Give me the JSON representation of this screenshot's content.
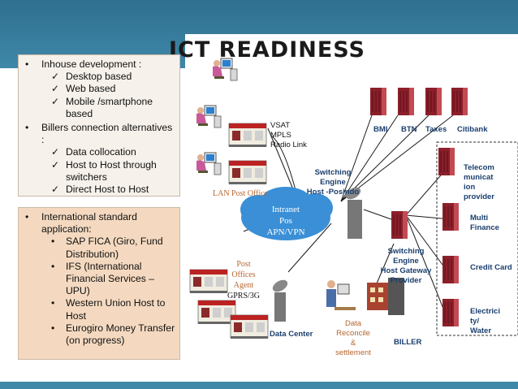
{
  "title": "ICT READINESS",
  "panel_top": {
    "items": [
      {
        "text": "Inhouse development :",
        "subs": [
          "Desktop based",
          "Web  based",
          "Mobile /smartphone based"
        ]
      },
      {
        "text": "Billers  connection alternatives :",
        "subs": [
          "Data collocation",
          "Host to Host through switchers",
          "Direct Host to Host"
        ]
      }
    ]
  },
  "panel_bottom": {
    "items": [
      {
        "text": "International standard application:",
        "subs": [
          "SAP FICA (Giro, Fund Distribution)",
          "IFS (International Financial  Services – UPU)",
          "Western Union Host to Host",
          "Eurogiro Money Transfer (on progress)"
        ]
      }
    ]
  },
  "labels": {
    "vsat": "VSAT",
    "mpls": "MPLS",
    "radio": "Radio Link",
    "lan_post_office": "LAN Post Office",
    "intranet1": "Intranet",
    "intranet2": "Pos",
    "intranet3": "APN/VPN",
    "agent1": "Post",
    "agent2": "Offices",
    "agent3": "Agent",
    "agent4": "GPRS/3G",
    "switching1_a": "Switching",
    "switching1_b": "Engine",
    "switching1_c": "Host -Posindo",
    "bmi": "BMI",
    "btn": "BTN",
    "taxes": "Taxes",
    "citibank": "Citibank",
    "telecom1": "Telecom",
    "telecom2": "municat",
    "telecom3": "ion",
    "telecom4": "provider",
    "multi1": "Multi",
    "multi2": "Finance",
    "credit_card": "Credit Card",
    "electric1": "Electrici",
    "electric2": "ty/",
    "electric3": "Water",
    "switching2_a": "Switching",
    "switching2_b": "Engine",
    "switching2_c": "Host Gateway",
    "switching2_d": "Provider",
    "data_center": "Data Center",
    "recon1": "Data",
    "recon2": "Reconcile",
    "recon3": "&",
    "recon4": "settlement",
    "biller": "BILLER"
  },
  "colors": {
    "band": "#3f88a8",
    "panel_top": "#f6f1ea",
    "panel_bottom": "#f4d9c0",
    "cloud": "#3a8fd6",
    "label_blue": "#1a3f6e",
    "label_brown": "#b5652e",
    "server": "#8b1f2a"
  },
  "icons": [
    "computer-user-icon",
    "post-office-icon",
    "server-icon",
    "satellite-dish-icon",
    "building-icon",
    "cloud-icon",
    "checkmark-icon",
    "bullet-icon"
  ]
}
